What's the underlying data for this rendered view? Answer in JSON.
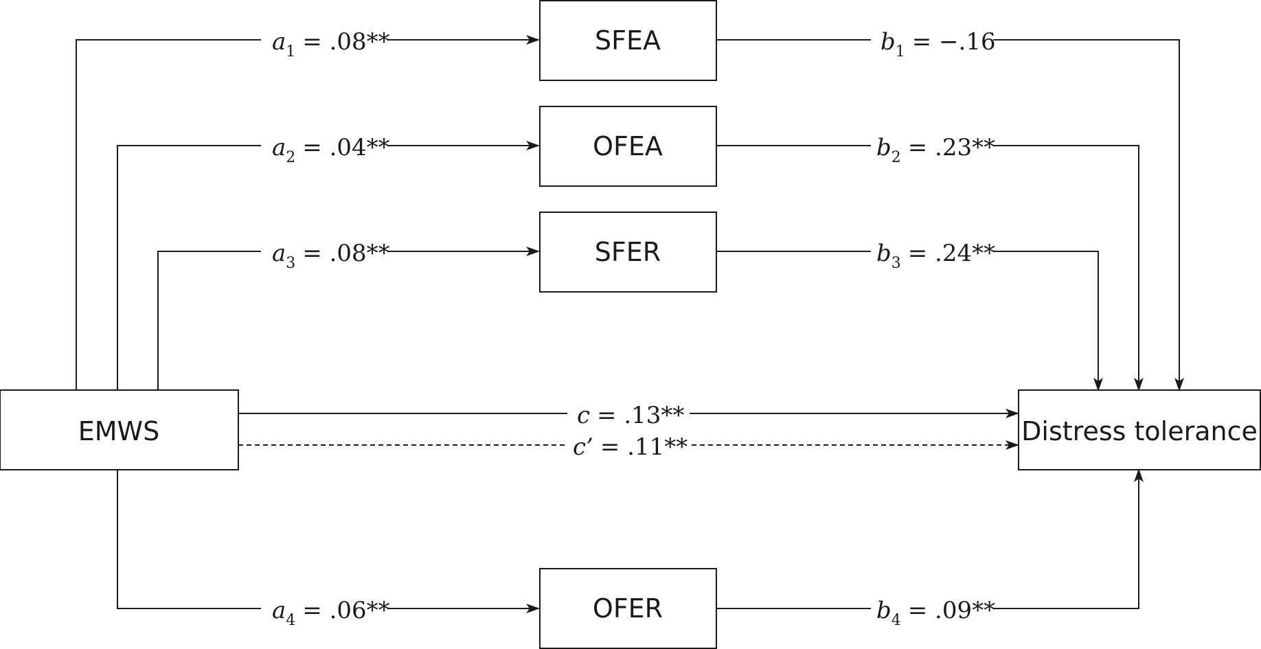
{
  "nodes": {
    "emws": "EMWS",
    "sfea": "SFEA",
    "ofea": "OFEA",
    "sfer": "SFER",
    "ofer": "OFER",
    "distress": "Distress tolerance"
  },
  "paths": {
    "a1": {
      "symbol": "a",
      "subscript": "1",
      "value": "= .08**"
    },
    "a2": {
      "symbol": "a",
      "subscript": "2",
      "value": "= .04**"
    },
    "a3": {
      "symbol": "a",
      "subscript": "3",
      "value": "= .08**"
    },
    "a4": {
      "symbol": "a",
      "subscript": "4",
      "value": "= .06**"
    },
    "b1": {
      "symbol": "b",
      "subscript": "1",
      "value": "= −.16"
    },
    "b2": {
      "symbol": "b",
      "subscript": "2",
      "value": "= .23**"
    },
    "b3": {
      "symbol": "b",
      "subscript": "3",
      "value": "= .24**"
    },
    "b4": {
      "symbol": "b",
      "subscript": "4",
      "value": "= .09**"
    },
    "c": {
      "symbol": "c",
      "value": "= .13**"
    },
    "c_prime": {
      "symbol": "c’",
      "value": "= .11**"
    }
  }
}
